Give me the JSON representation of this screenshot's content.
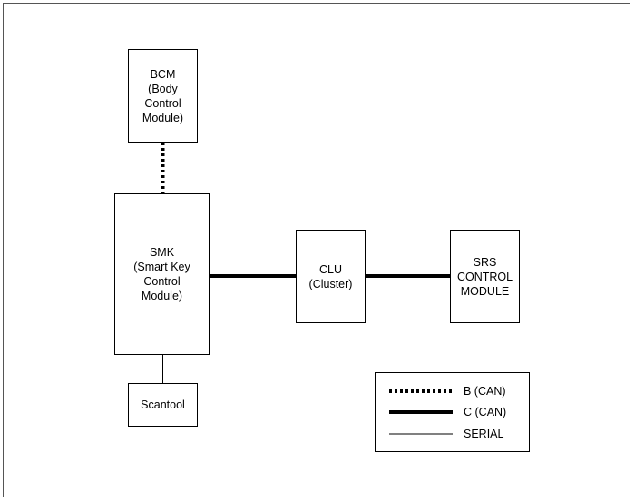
{
  "modules": {
    "bcm": {
      "label": "BCM\n(Body\nControl\nModule)"
    },
    "smk": {
      "label": "SMK\n(Smart Key\nControl\nModule)"
    },
    "clu": {
      "label": "CLU\n(Cluster)"
    },
    "srs": {
      "label": "SRS\nCONTROL\nMODULE"
    },
    "scantool": {
      "label": "Scantool"
    }
  },
  "legend": {
    "b_can": "B (CAN)",
    "c_can": "C (CAN)",
    "serial": "SERIAL"
  },
  "colors": {
    "line": "#000000",
    "frame": "#555555"
  }
}
